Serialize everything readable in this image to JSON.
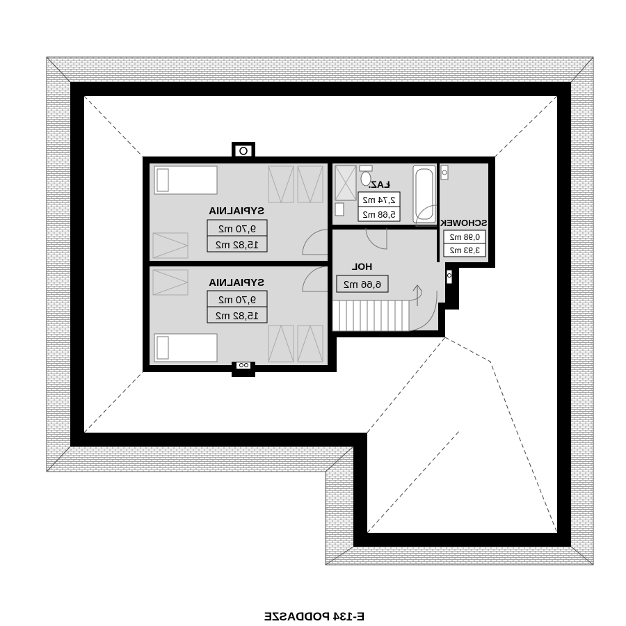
{
  "caption": "E-134 PODDASZE",
  "rooms": {
    "bedroom_top": {
      "name": "SYPIALNIA",
      "area_1": "9,70 m2",
      "area_2": "15,82 m2"
    },
    "bedroom_bottom": {
      "name": "SYPIALNIA",
      "area_1": "9,70 m2",
      "area_2": "15,82 m2"
    },
    "bathroom": {
      "name": "ŁAZ.",
      "area_1": "2,74 m2",
      "area_2": "5,68 m2"
    },
    "storage": {
      "name": "SCHOWEK",
      "area_1": "0,98 m2",
      "area_2": "3,93 m2"
    },
    "hall": {
      "name": "HOL",
      "area_1": "6,66 m2"
    }
  },
  "colors": {
    "wall": "#000000",
    "room_fill": "#d9d9d9",
    "roof_fill": "#ffffff",
    "roof_line": "#555555",
    "tile_pattern": "#808080"
  }
}
